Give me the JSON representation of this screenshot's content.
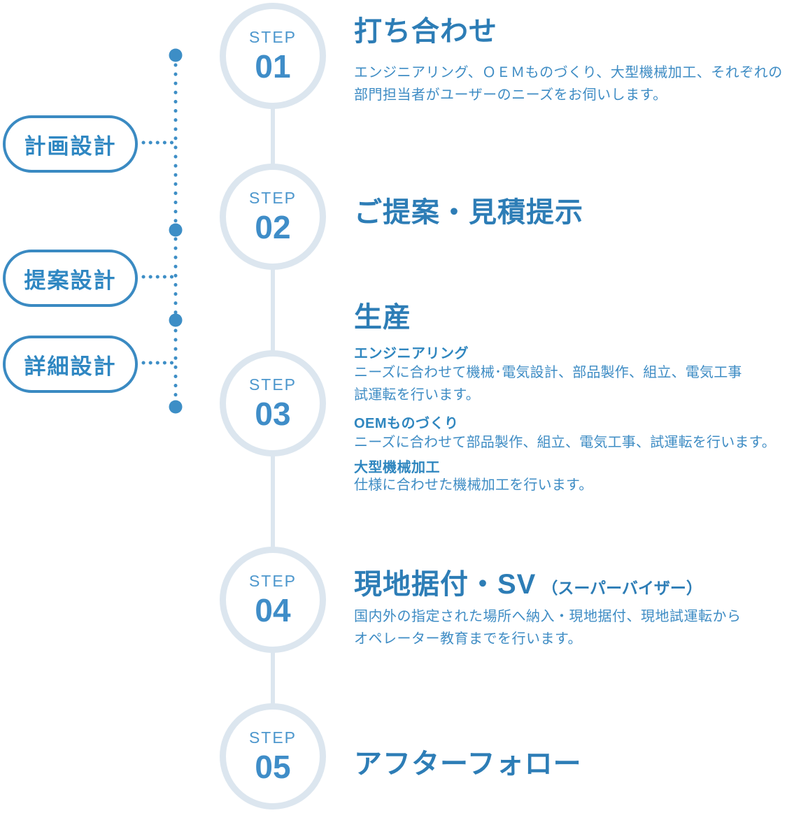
{
  "colors": {
    "accent_blue": "#3a8ac2",
    "heading_blue": "#2d7db6",
    "body_blue": "#3e8cc4",
    "dot_blue": "#3d8ec6",
    "light_ring": "#dce6ef",
    "white": "#ffffff"
  },
  "phases": [
    {
      "label": "計画設計"
    },
    {
      "label": "提案設計"
    },
    {
      "label": "詳細設計"
    }
  ],
  "steps": [
    {
      "step_label": "STEP",
      "number": "01",
      "title": "打ち合わせ",
      "description": "エンジニアリング、ＯＥＭものづくり、大型機械加工、それぞれの\n部門担当者がユーザーのニーズをお伺いします。"
    },
    {
      "step_label": "STEP",
      "number": "02",
      "title": "ご提案・見積提示"
    },
    {
      "step_label": "STEP",
      "number": "03",
      "title": "生産",
      "sections": [
        {
          "heading": "エンジニアリング",
          "text": "ニーズに合わせて機械･電気設計、部品製作、組立、電気工事\n試運転を行います。"
        },
        {
          "heading": "OEMものづくり",
          "text": "ニーズに合わせて部品製作、組立、電気工事、試運転を行います。"
        },
        {
          "heading": "大型機械加工",
          "text": "仕様に合わせた機械加工を行います。"
        }
      ]
    },
    {
      "step_label": "STEP",
      "number": "04",
      "title": "現地据付・SV",
      "title_note": "（スーパーバイザー）",
      "description": "国内外の指定された場所へ納入・現地据付、現地試運転から\nオペレーター教育までを行います。"
    },
    {
      "step_label": "STEP",
      "number": "05",
      "title": "アフターフォロー"
    }
  ]
}
